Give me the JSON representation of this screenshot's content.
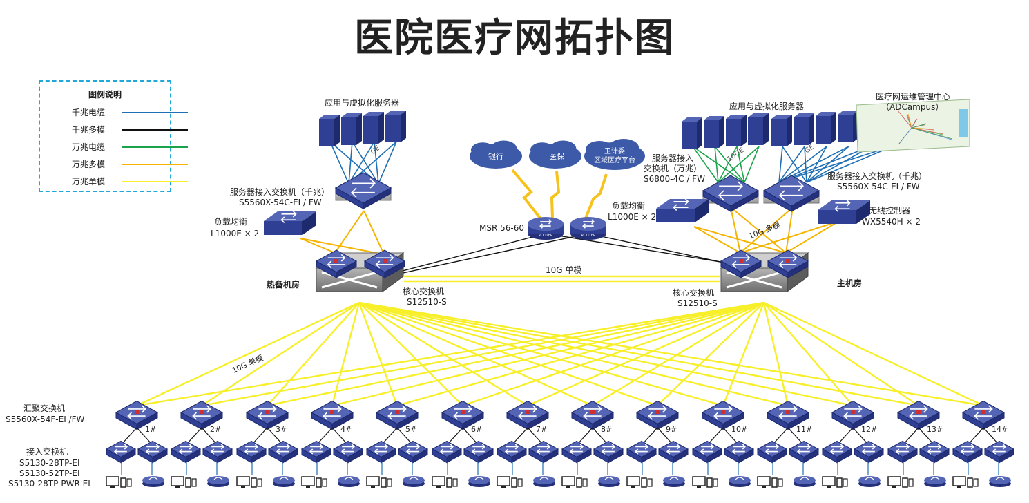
{
  "title": "医院医疗网拓扑图",
  "legend": {
    "title": "图例说明",
    "items": [
      {
        "label": "千兆电缆",
        "color": "#1f6fb5"
      },
      {
        "label": "千兆多模",
        "color": "#111111"
      },
      {
        "label": "万兆电缆",
        "color": "#1aa34a"
      },
      {
        "label": "万兆多模",
        "color": "#f5b400"
      },
      {
        "label": "万兆单模",
        "color": "#f7ef2a"
      }
    ]
  },
  "labels": {
    "left_servers": "应用与虚拟化服务器",
    "right_servers": "应用与虚拟化服务器",
    "ops_center_1": "医疗网运维管理中心",
    "ops_center_2": "（ADCampus）",
    "left_srv_switch_1": "服务器接入交换机（千兆）",
    "left_srv_switch_2": "S5560X-54C-EI / FW",
    "right_srv_switch_10g_1": "服务器接入",
    "right_srv_switch_10g_2": "交换机（万兆）",
    "right_srv_switch_10g_3": "S6800-4C / FW",
    "right_srv_switch_1g_1": "服务器接入交换机（千兆）",
    "right_srv_switch_1g_2": "S5560X-54C-EI / FW",
    "left_lb_1": "负载均衡",
    "left_lb_2": "L1000E × 2",
    "right_lb_1": "负载均衡",
    "right_lb_2": "L1000E × 2",
    "wireless_1": "无线控制器",
    "wireless_2": "WX5540H × 2",
    "cloud_bank": "银行",
    "cloud_insurance": "医保",
    "cloud_health_1": "卫计委",
    "cloud_health_2": "区域医疗平台",
    "router": "MSR 56-60",
    "router_tag": "ROUTER",
    "link_10g_single_center": "10G 单模",
    "link_10g_single_left": "10G 单模",
    "link_10g_multi": "10G 多模",
    "link_ge": "GE",
    "link_10ge": "10GE",
    "left_room": "热备机房",
    "right_room": "主机房",
    "left_core_1": "核心交换机",
    "left_core_2": "S12510-S",
    "right_core_1": "核心交换机",
    "right_core_2": "S12510-S",
    "agg_1": "汇聚交换机",
    "agg_2": "S5560X-54F-EI /FW",
    "access_1": "接入交换机",
    "access_2": "S5130-28TP-EI",
    "access_3": "S5130-52TP-EI",
    "access_4": "S5130-28TP-PWR-EI"
  },
  "aggregation_ids": [
    "1#",
    "2#",
    "3#",
    "4#",
    "5#",
    "6#",
    "7#",
    "8#",
    "9#",
    "10#",
    "11#",
    "12#",
    "13#",
    "14#"
  ],
  "colors": {
    "device_blue": "#2f3f93",
    "device_blue_light": "#5465b6",
    "cloud": "#3d5aa8",
    "core_grey": "#7d7d7d",
    "single_mode": "#f7ef2a",
    "multi_mode": "#f5b400",
    "gigabit_fiber": "#111111",
    "gigabit_copper": "#1f6fb5",
    "tengig_copper": "#1aa34a",
    "lightning": "#f6c21c"
  }
}
